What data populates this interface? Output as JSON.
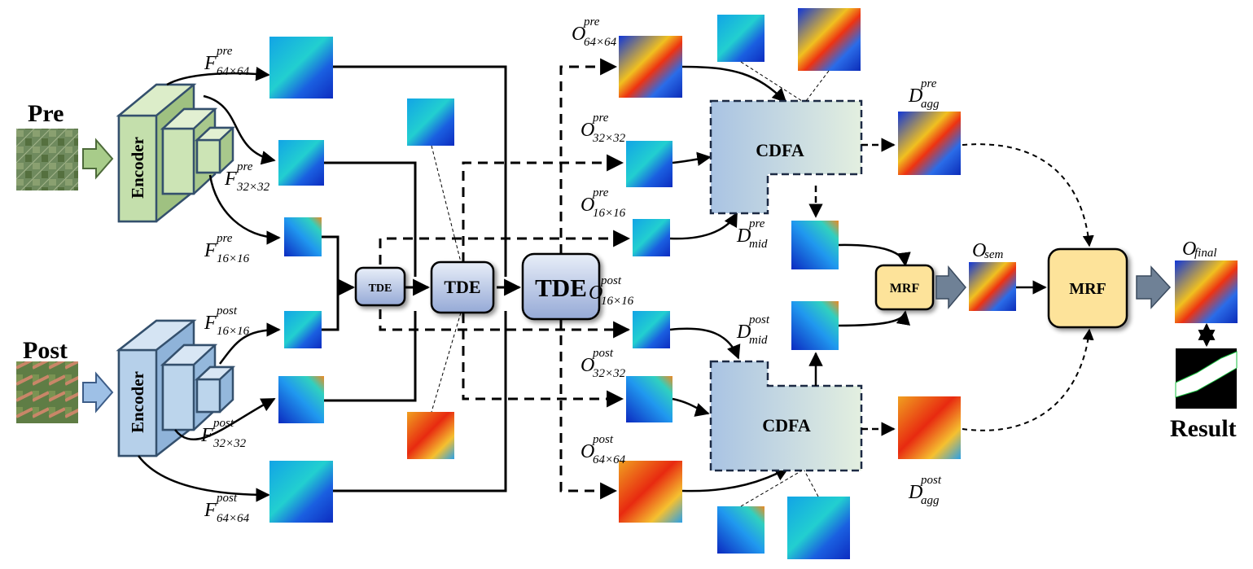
{
  "inputs": {
    "pre_label": "Pre",
    "post_label": "Post"
  },
  "encoders": {
    "pre_label": "Encoder",
    "post_label": "Encoder"
  },
  "features": {
    "pre_64": {
      "main": "F",
      "sup": "pre",
      "sub": "64×64"
    },
    "pre_32": {
      "main": "F",
      "sup": "pre",
      "sub": "32×32"
    },
    "pre_16": {
      "main": "F",
      "sup": "pre",
      "sub": "16×16"
    },
    "post_16": {
      "main": "F",
      "sup": "post",
      "sub": "16×16"
    },
    "post_32": {
      "main": "F",
      "sup": "post",
      "sub": "32×32"
    },
    "post_64": {
      "main": "F",
      "sup": "post",
      "sub": "64×64"
    }
  },
  "tde": {
    "small": "TDE",
    "medium": "TDE",
    "large": "TDE"
  },
  "outputs": {
    "pre_64": {
      "main": "O",
      "sup": "pre",
      "sub": "64×64"
    },
    "pre_32": {
      "main": "O",
      "sup": "pre",
      "sub": "32×32"
    },
    "pre_16": {
      "main": "O",
      "sup": "pre",
      "sub": "16×16"
    },
    "post_16": {
      "main": "O",
      "sup": "post",
      "sub": "16×16"
    },
    "post_32": {
      "main": "O",
      "sup": "post",
      "sub": "32×32"
    },
    "post_64": {
      "main": "O",
      "sup": "post",
      "sub": "64×64"
    }
  },
  "cdfa": {
    "top": "CDFA",
    "bottom": "CDFA"
  },
  "diff": {
    "mid_pre": {
      "main": "D",
      "sup": "pre",
      "sub": "mid"
    },
    "mid_post": {
      "main": "D",
      "sup": "post",
      "sub": "mid"
    },
    "agg_pre": {
      "main": "D",
      "sup": "pre",
      "sub": "agg"
    },
    "agg_post": {
      "main": "D",
      "sup": "post",
      "sub": "agg"
    }
  },
  "mrf": {
    "first": "MRF",
    "second": "MRF"
  },
  "o_sem": {
    "main": "O",
    "sub": "sem"
  },
  "o_final": {
    "main": "O",
    "sub": "final"
  },
  "result_label": "Result",
  "colors": {
    "pre_encoder": "#c6dfb0",
    "post_encoder": "#b3cfe9",
    "tde_fill": "#b8c6e4",
    "cdfa_fill": "#b9cfe6",
    "mrf_fill": "#fde39a",
    "heat_low": "#1133cc",
    "heat_mid": "#22cc88",
    "heat_high": "#ee2211",
    "block_arrow": "#6f8196"
  }
}
